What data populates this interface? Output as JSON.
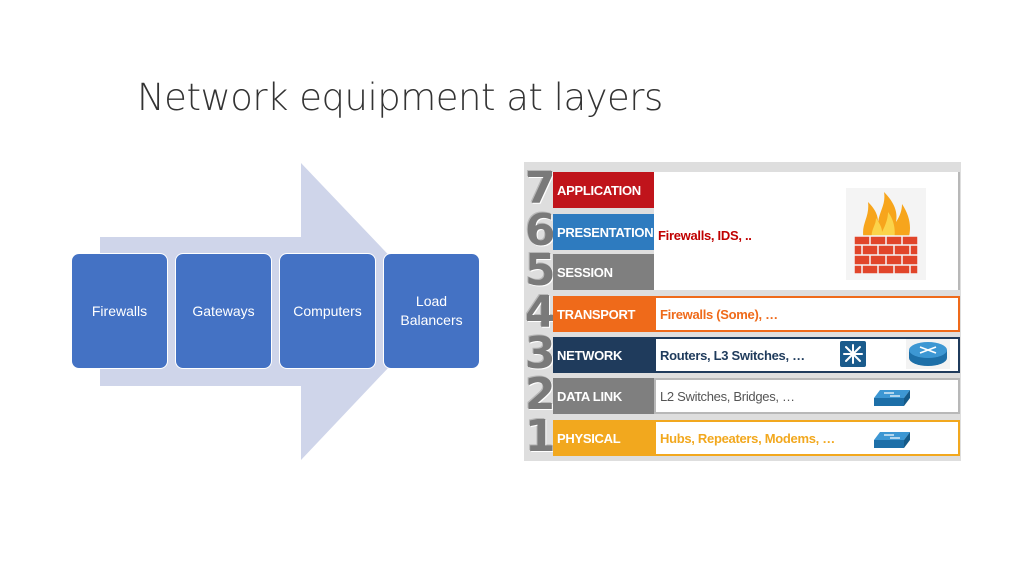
{
  "slide": {
    "title": "Network equipment at layers"
  },
  "diagram": {
    "steps": [
      "Firewalls",
      "Gateways",
      "Computers",
      "Load Balancers"
    ],
    "colors": {
      "arrow": "#cfd5ea",
      "box": "#4472c4",
      "text": "#ffffff"
    }
  },
  "osi": {
    "layers": [
      {
        "number": "7",
        "name": "APPLICATION",
        "color": "#c0141b"
      },
      {
        "number": "6",
        "name": "PRESENTATION",
        "color": "#2e7bbf"
      },
      {
        "number": "5",
        "name": "SESSION",
        "color": "#7f7f7f"
      },
      {
        "number": "4",
        "name": "TRANSPORT",
        "color": "#ef6a1a",
        "equipment": "Firewalls (Some), …",
        "equipment_color": "#ef6a1a"
      },
      {
        "number": "3",
        "name": "NETWORK",
        "color": "#1f3b5c",
        "equipment": "Routers, L3 Switches, …",
        "equipment_color": "#1f3b5c"
      },
      {
        "number": "2",
        "name": "DATA LINK",
        "color": "#7f7f7f",
        "equipment": "L2 Switches, Bridges, …",
        "equipment_color": "#555555"
      },
      {
        "number": "1",
        "name": "PHYSICAL",
        "color": "#f2a81e",
        "equipment": "Hubs, Repeaters, Modems, …",
        "equipment_color": "#f2a81e"
      }
    ],
    "upper_equipment": "Firewalls, IDS, ..",
    "icons": [
      "firewall-icon",
      "switch-l3-icon",
      "router-icon",
      "l2-switch-icon",
      "hub-icon"
    ]
  }
}
